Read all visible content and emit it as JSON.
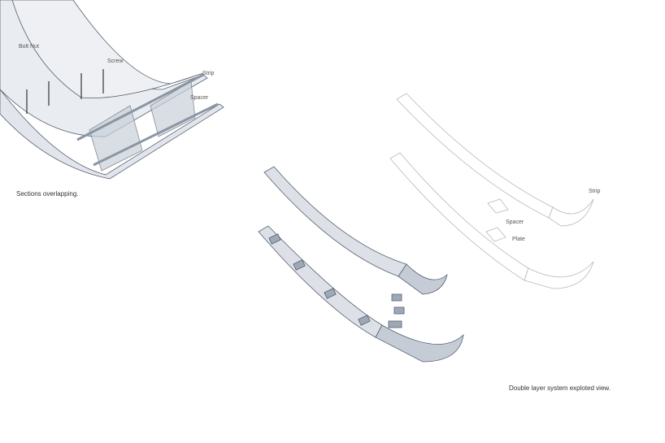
{
  "left_view": {
    "labels": {
      "bolt_nut": "Bolt Nut",
      "screw": "Screw",
      "strip": "Strip",
      "spacer": "Spacer"
    },
    "caption": "Sections overlapping."
  },
  "right_view": {
    "labels": {
      "strip": "Strip",
      "spacer": "Spacer",
      "plate": "Plate"
    },
    "caption": "Double layer system exploted view."
  },
  "colors": {
    "plate_fill": "#e6e9ee",
    "dark_fill": "#b7c0cc",
    "line": "#556070",
    "faint_line": "#b5b9bf"
  }
}
